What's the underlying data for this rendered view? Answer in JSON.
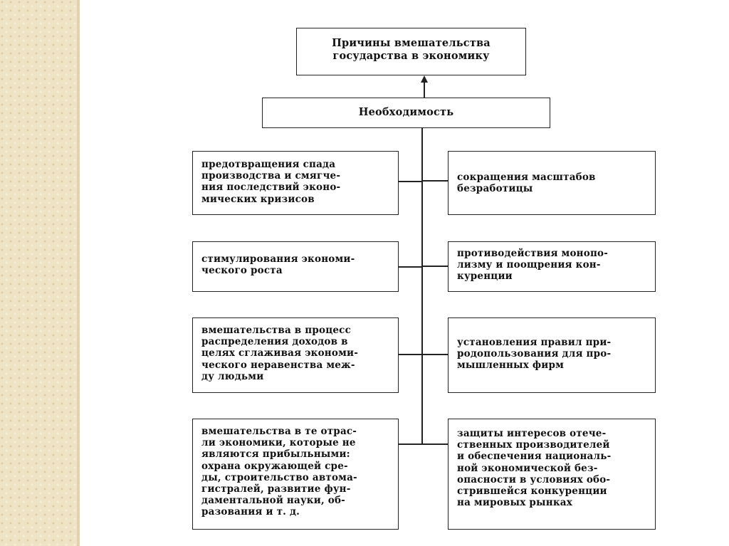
{
  "diagram": {
    "title": "Причины вмешательства\nгосударства в экономику",
    "need": "Необходимость",
    "left": [
      "предотвращения спада\nпроизводства и смягче-\nния последствий эконо-\nмических кризисов",
      "стимулирования экономи-\nческого роста",
      "вмешательства в процесс\nраспределения доходов в\nцелях сглаживая экономи-\nческого неравенства меж-\nду людьми",
      "вмешательства в те отрас-\nли экономики, которые не\nявляются прибыльными:\nохрана окружающей сре-\nды, строительство автома-\nгистралей, развитие фун-\nдаментальной науки, об-\nразования и т. д."
    ],
    "right": [
      "сокращения масштабов\nбезработицы",
      "противодействия монопо-\nлизму и поощрения кон-\nкуренции",
      "установления правил при-\nродопользования для про-\nмышленных фирм",
      "защиты интересов отече-\nственных производителей\nи обеспечения националь-\nной экономической без-\nопасности в условиях обо-\nстрившейся конкуренции\nна мировых рынках"
    ]
  }
}
